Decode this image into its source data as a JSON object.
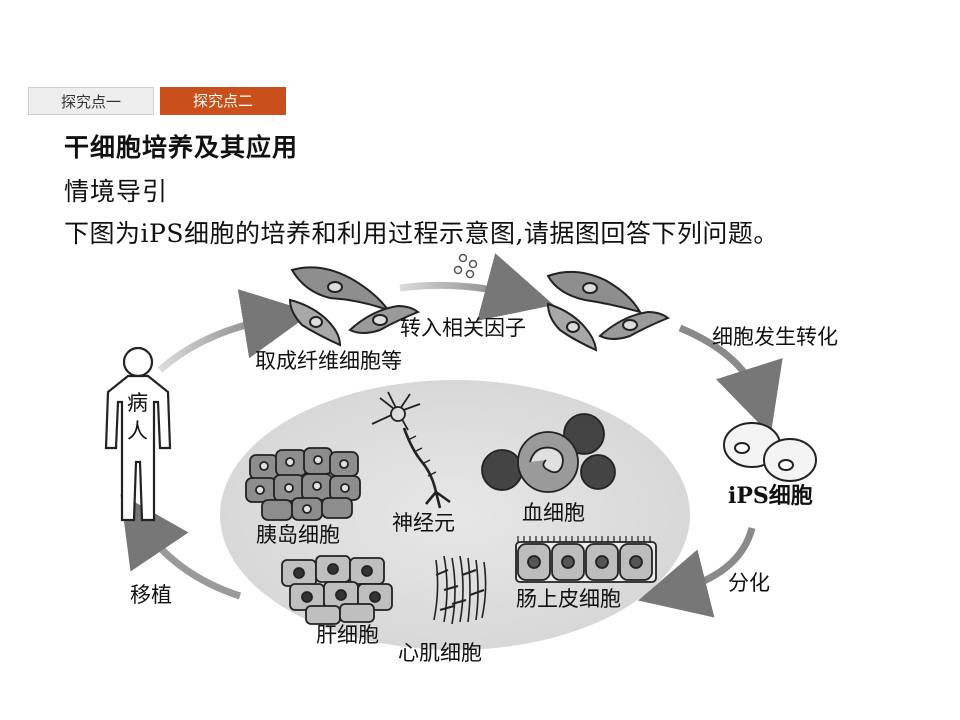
{
  "tabs": [
    "探究点一",
    "探究点二"
  ],
  "title": "干细胞培养及其应用",
  "subtitle": "情境导引",
  "description": "下图为iPS细胞的培养和利用过程示意图,请据图回答下列问题。",
  "diagram": {
    "patient_label_1": "病",
    "patient_label_2": "人",
    "fibroblast_label": "取成纤维细胞等",
    "factor_label": "转入相关因子",
    "transform_label": "细胞发生转化",
    "ips_label": "iPS细胞",
    "differentiate_label": "分化",
    "transplant_label": "移植",
    "cell_types": {
      "islet": "胰岛细胞",
      "neuron": "神经元",
      "blood": "血细胞",
      "intestine": "肠上皮细胞",
      "liver": "肝细胞",
      "heart": "心肌细胞"
    }
  }
}
